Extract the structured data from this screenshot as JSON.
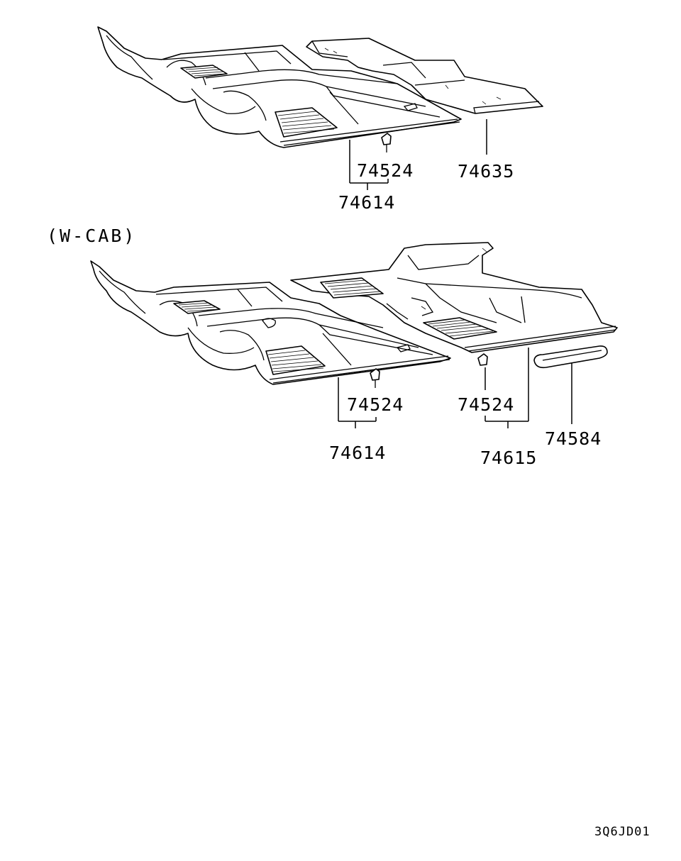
{
  "top_assembly": {
    "labels": {
      "clip": "74524",
      "front_mat": "74614",
      "rear_mat": "74635"
    }
  },
  "wcab_assembly": {
    "heading": "(W-CAB)",
    "labels": {
      "clip_front": "74524",
      "front_mat": "74614",
      "clip_rear": "74524",
      "rear_mat": "74615",
      "step_trim": "74584"
    }
  },
  "drawing_code": "3Q6JD01"
}
